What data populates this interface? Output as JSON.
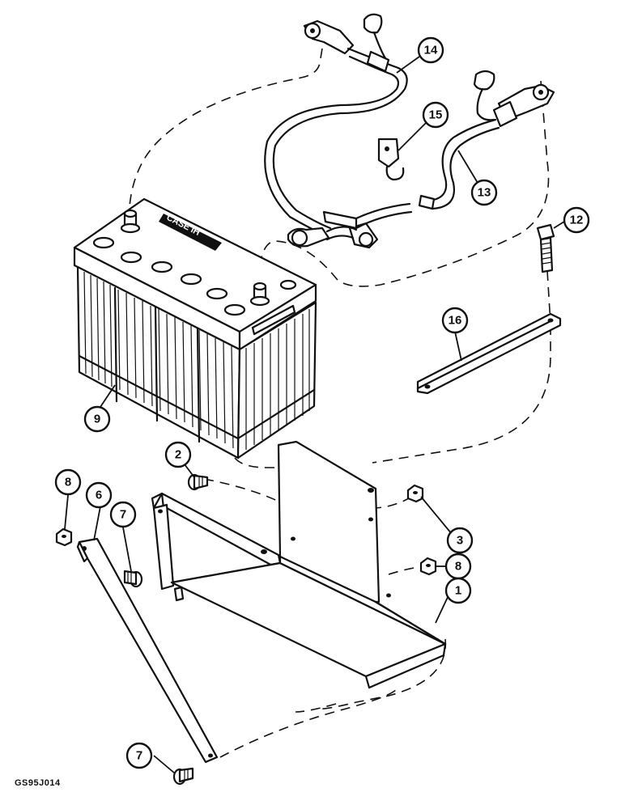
{
  "drawing_code": "GS95J014",
  "battery_brand": "CASE IH",
  "callouts": [
    {
      "label": "1",
      "part": "battery-tray"
    },
    {
      "label": "2",
      "part": "bolt"
    },
    {
      "label": "3",
      "part": "nut"
    },
    {
      "label": "6",
      "part": "support-strap"
    },
    {
      "label": "7",
      "part": "bolt-upper"
    },
    {
      "label": "7",
      "part": "bolt-lower"
    },
    {
      "label": "8",
      "part": "nut-left"
    },
    {
      "label": "8",
      "part": "nut-right"
    },
    {
      "label": "9",
      "part": "battery"
    },
    {
      "label": "12",
      "part": "hold-down-bolt"
    },
    {
      "label": "13",
      "part": "positive-cable"
    },
    {
      "label": "14",
      "part": "negative-cable"
    },
    {
      "label": "15",
      "part": "cable-clip"
    },
    {
      "label": "16",
      "part": "hold-down-strap"
    }
  ]
}
